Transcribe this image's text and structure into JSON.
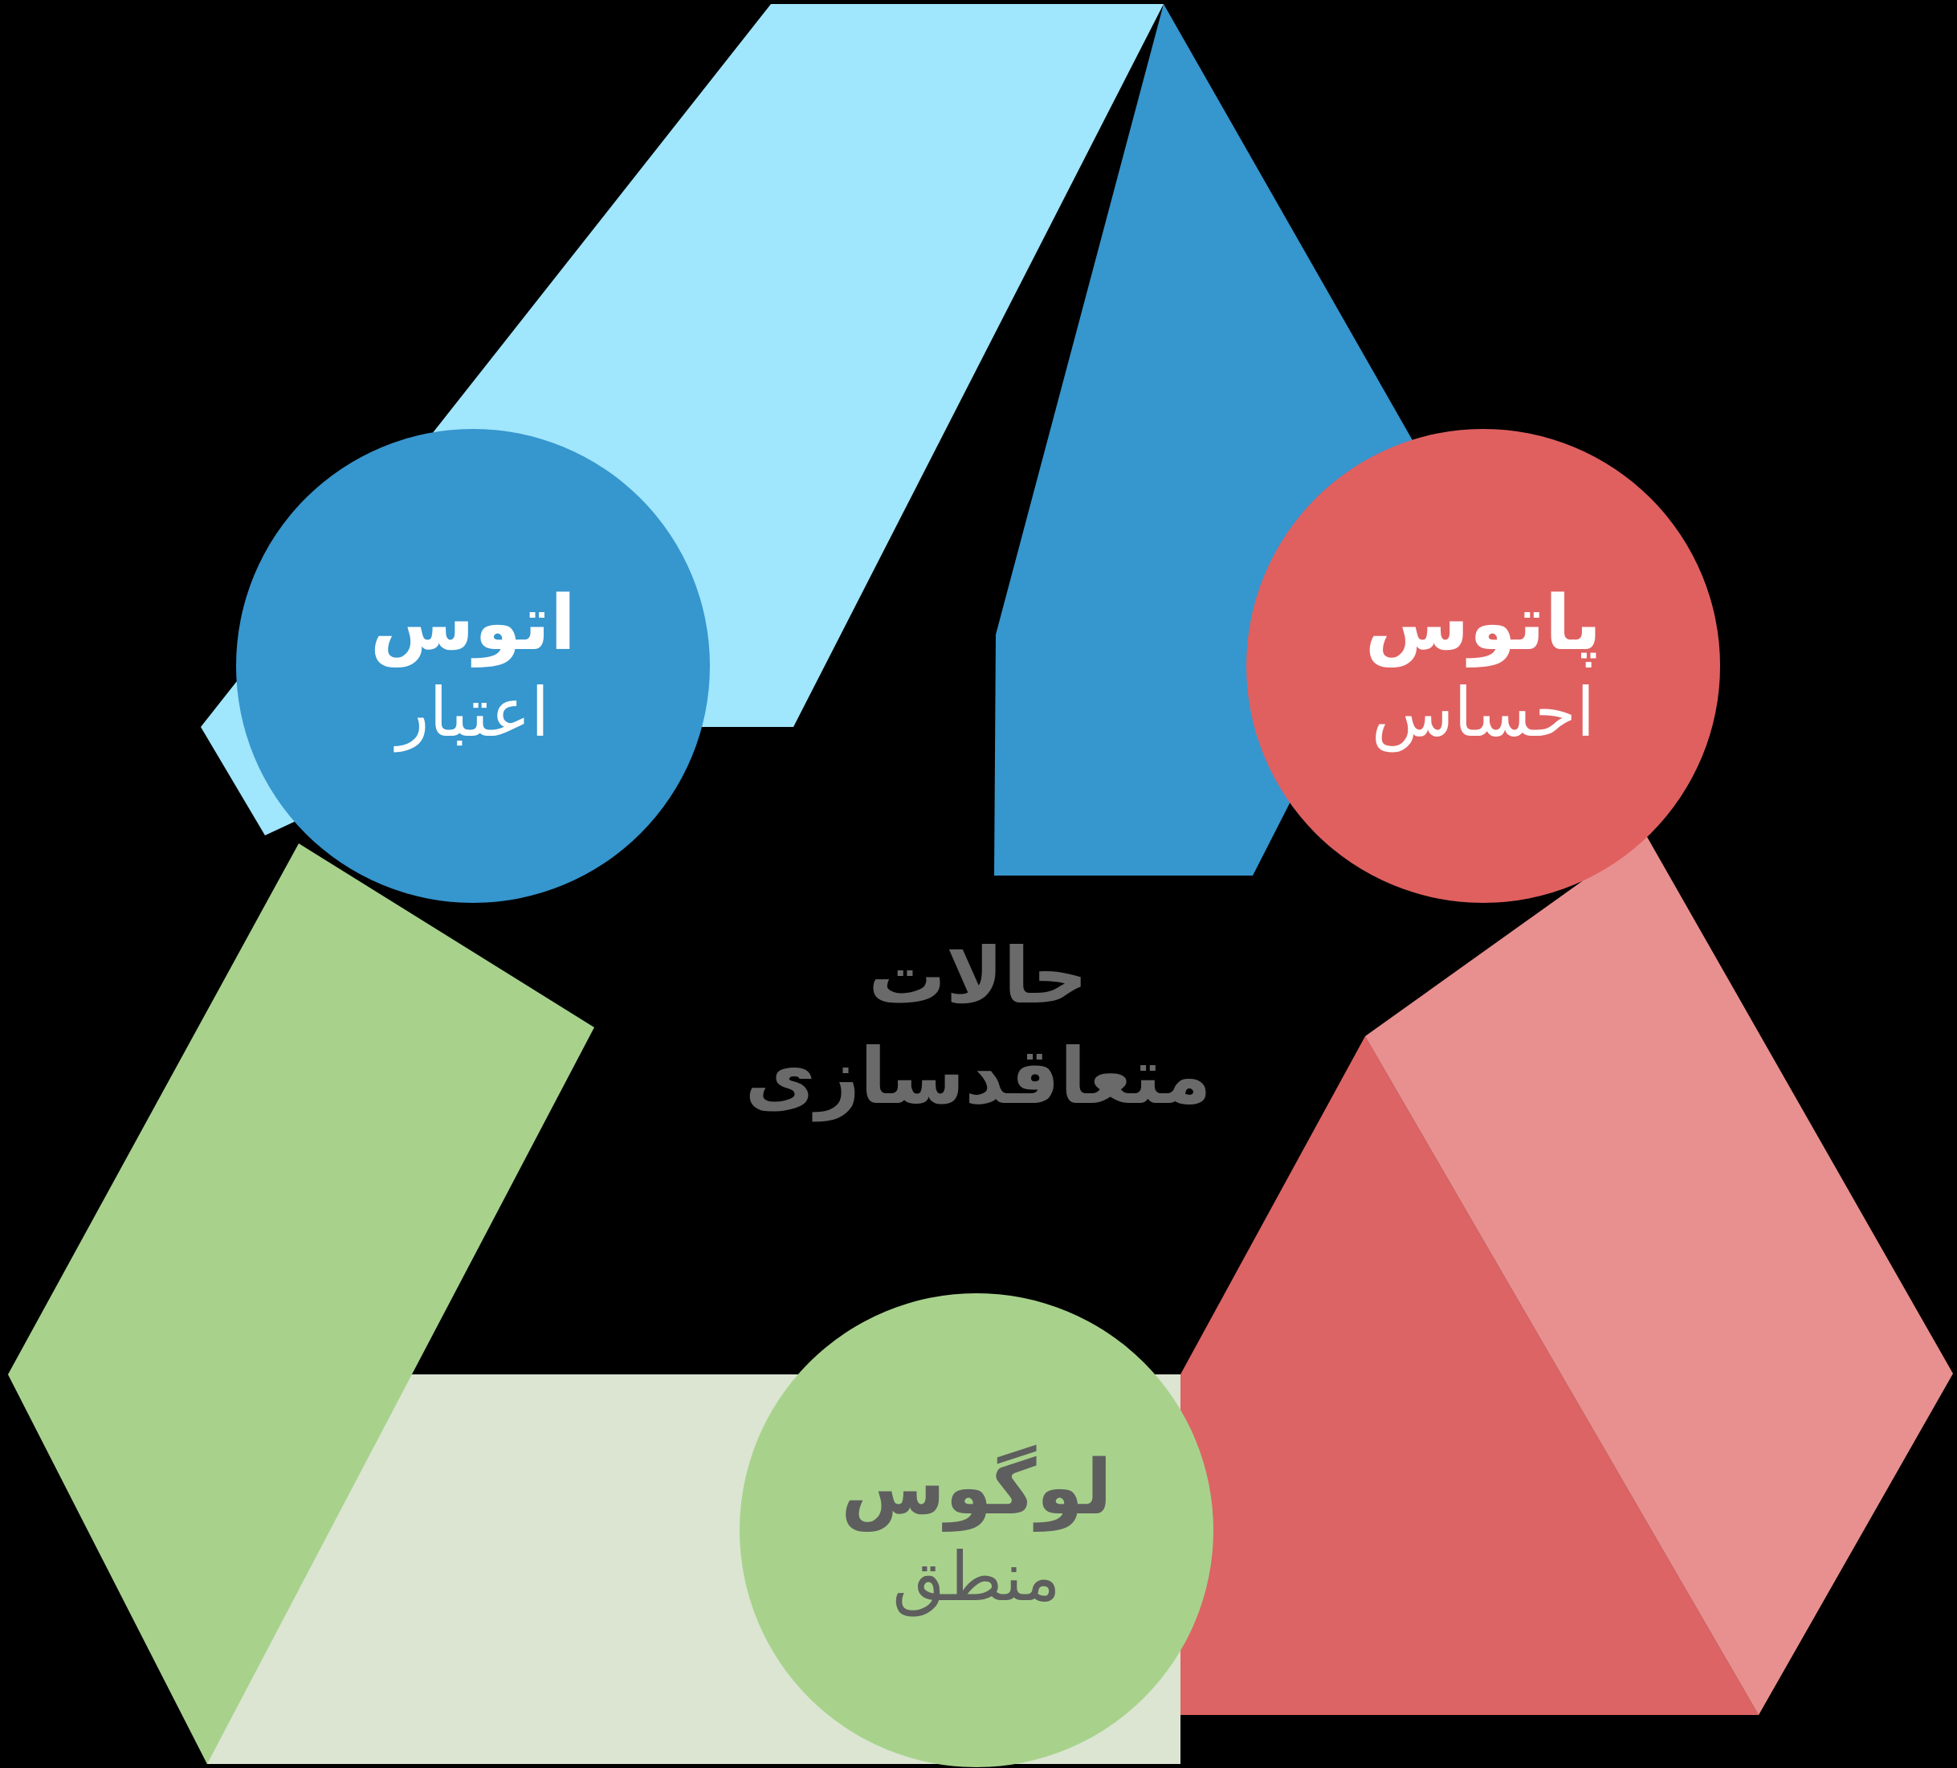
{
  "diagram": {
    "title_center": {
      "line1": "حالات",
      "line2": "متعاقدسازی"
    },
    "background_color": "#000000",
    "center_text_color": "#6A6A6A",
    "nodes": [
      {
        "id": "ethos",
        "title": "اتوس",
        "subtitle": "اعتبار",
        "circle_color": "#3696CE",
        "text_color": "#FFFFFF",
        "position": "top-left"
      },
      {
        "id": "pathos",
        "title": "پاتوس",
        "subtitle": "احساس",
        "circle_color": "#E06060",
        "text_color": "#FFFFFF",
        "position": "top-right"
      },
      {
        "id": "logos",
        "title": "لوگوس",
        "subtitle": "منطق",
        "circle_color": "#A8D28C",
        "text_color": "#5E5E5E",
        "position": "bottom-center"
      }
    ],
    "bands": [
      {
        "id": "blue-light",
        "color": "#A0E6FC",
        "label": "ascending-left-face"
      },
      {
        "id": "blue-dark",
        "color": "#3696CE",
        "label": "descending-right-face"
      },
      {
        "id": "red-light",
        "color": "#E8908F",
        "label": "right-outer-face"
      },
      {
        "id": "red-dark",
        "color": "#DC6464",
        "label": "bottom-right-inner-face"
      },
      {
        "id": "green-mid",
        "color": "#A8D28C",
        "label": "left-lower-face"
      },
      {
        "id": "green-pale",
        "color": "#DBE5D2",
        "label": "bottom-left-face"
      }
    ]
  }
}
